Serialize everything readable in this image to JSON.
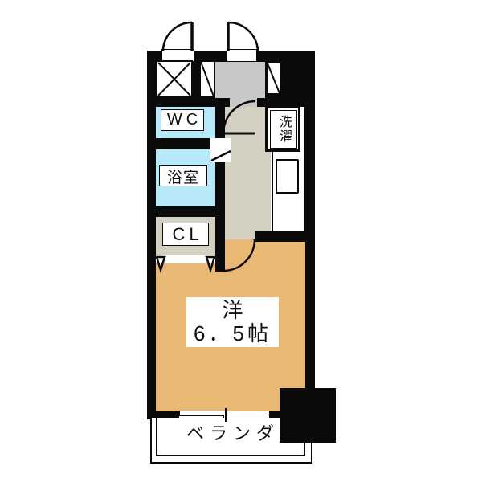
{
  "plan": {
    "title": "apartment-floor-plan",
    "rooms": {
      "wc": {
        "label": "WC",
        "color": "#b8e9f8"
      },
      "bath": {
        "label": "浴室",
        "color": "#b8e9f8"
      },
      "closet": {
        "label": "CL",
        "color": "#d5d1c2"
      },
      "laundry": {
        "label": "洗濯"
      },
      "main_room": {
        "label_line1": "洋",
        "label_line2": "6．5帖",
        "color": "#e9b875"
      },
      "veranda": {
        "label": "ベランダ"
      },
      "hallway": {
        "color": "#d5d1c2"
      },
      "entrance": {
        "color": "#c8c8c8"
      }
    },
    "colors": {
      "wall": "#0a0a0a",
      "background": "#ffffff",
      "fixture_fill": "#ffffff"
    }
  }
}
